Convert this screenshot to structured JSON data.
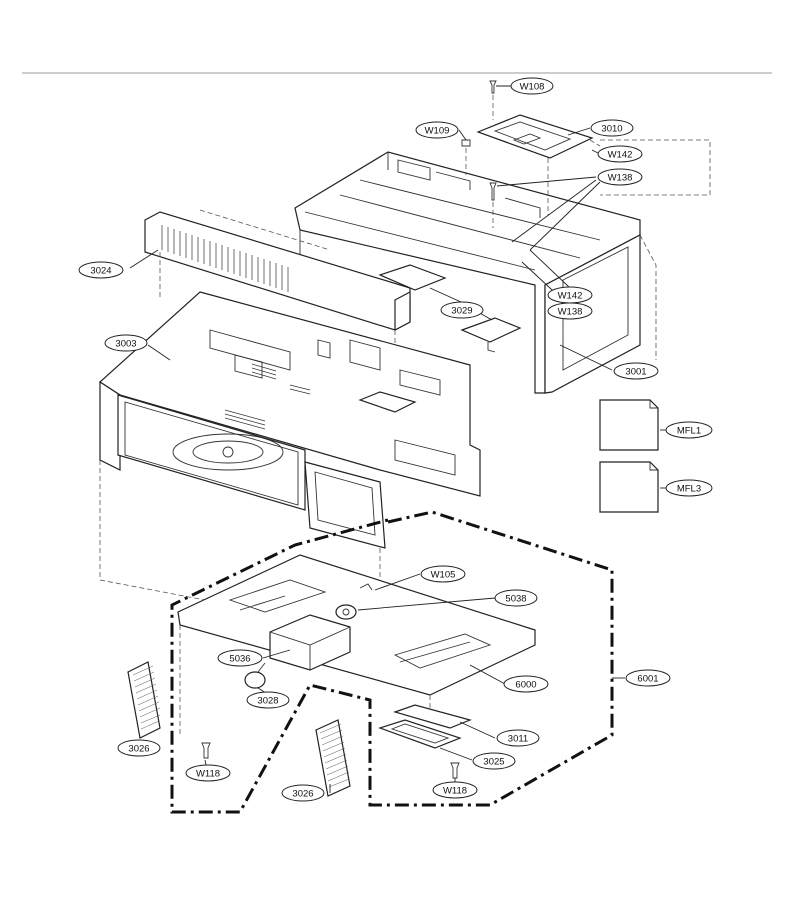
{
  "diagram": {
    "labels": {
      "w108": "W108",
      "w109": "W109",
      "p3010": "3010",
      "w142_top": "W142",
      "w138_top": "W138",
      "p3024": "3024",
      "w142_right": "W142",
      "w138_right": "W138",
      "p3029": "3029",
      "p3003": "3003",
      "p3001": "3001",
      "mfl1": "MFL1",
      "mfl3": "MFL3",
      "w105": "W105",
      "p5038": "5038",
      "p5036": "5036",
      "p6001": "6001",
      "p6000": "6000",
      "p3028": "3028",
      "p3026_left": "3026",
      "p3011": "3011",
      "w118_left": "W118",
      "p3025": "3025",
      "p3026_bottom": "3026",
      "w118_right": "W118"
    }
  }
}
